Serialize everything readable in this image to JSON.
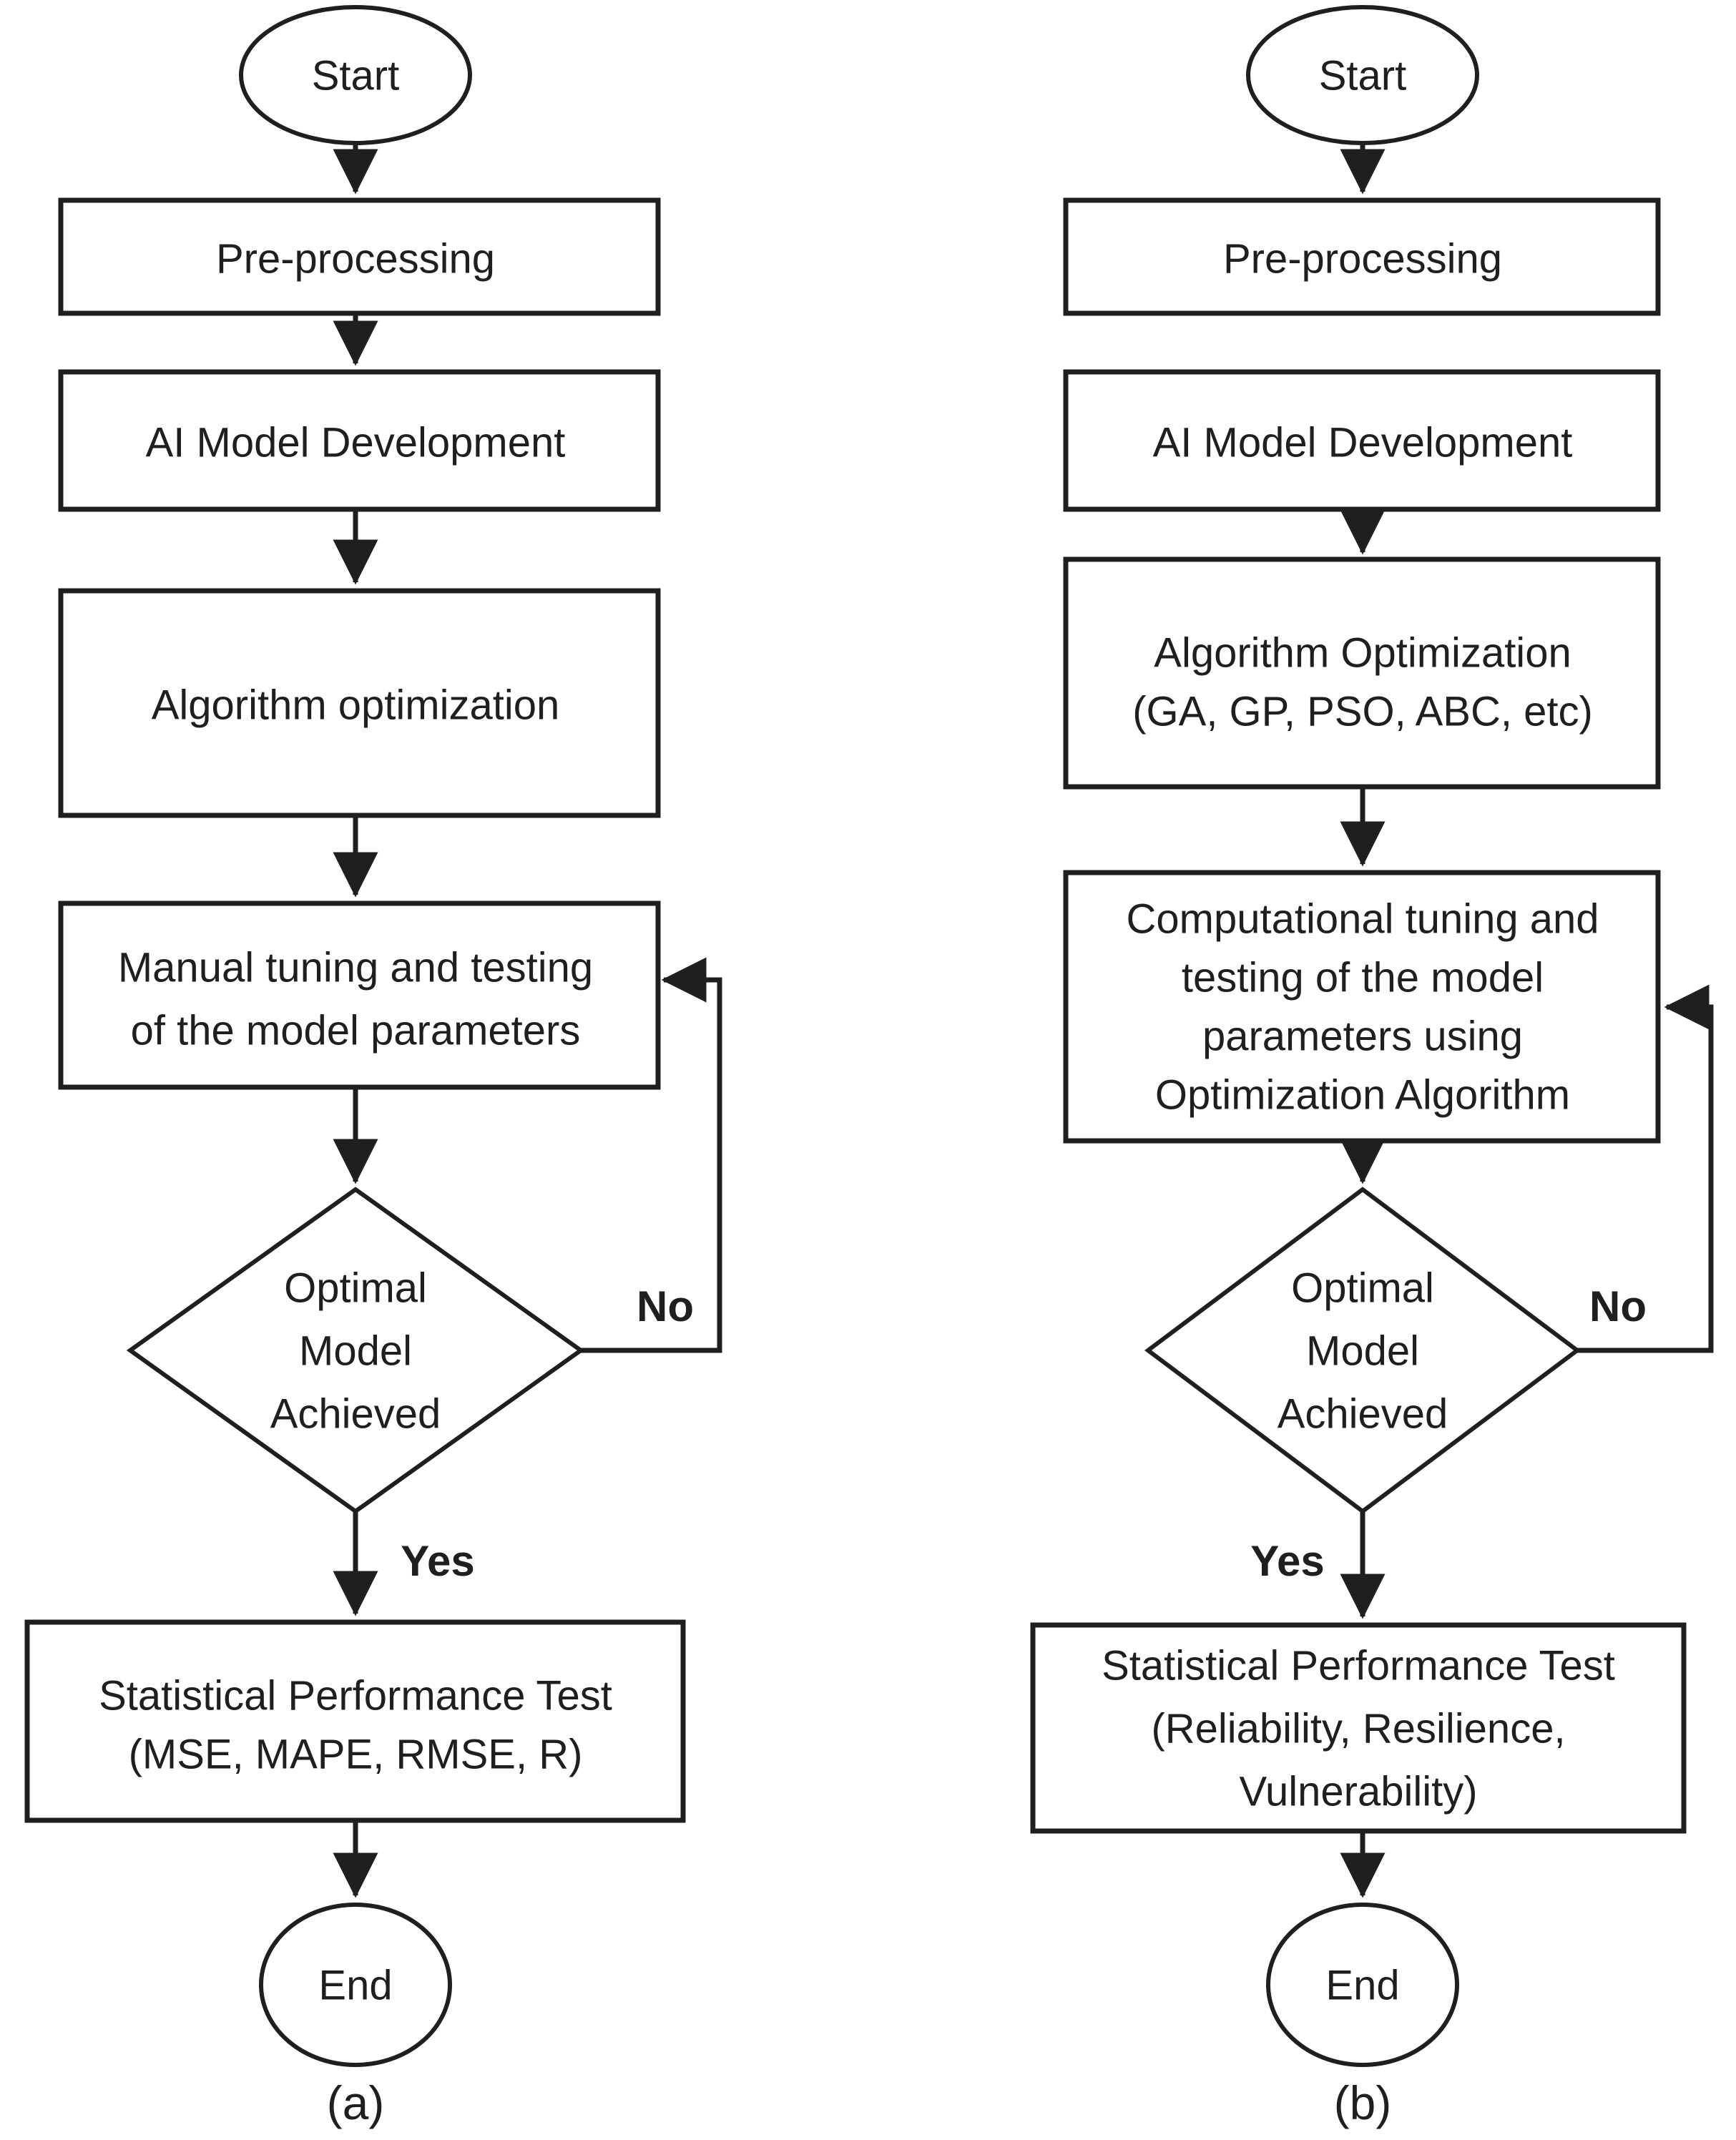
{
  "colors": {
    "ink": "#1f1f1f",
    "background": "#ffffff"
  },
  "flowchart_a": {
    "caption": "(a)",
    "start": "Start",
    "preprocessing": "Pre-processing",
    "ai_model": "AI Model Development",
    "algorithm": "Algorithm optimization",
    "tuning": [
      "Manual tuning and testing",
      "of the model parameters"
    ],
    "decision": [
      "Optimal",
      "Model",
      "Achieved"
    ],
    "no": "No",
    "yes": "Yes",
    "stat": [
      "Statistical Performance Test",
      "(MSE, MAPE, RMSE, R)"
    ],
    "end": "End"
  },
  "flowchart_b": {
    "caption": "(b)",
    "start": "Start",
    "preprocessing": "Pre-processing",
    "ai_model": "AI Model Development",
    "algorithm": [
      "Algorithm Optimization",
      "(GA, GP, PSO, ABC, etc)"
    ],
    "tuning": [
      "Computational tuning and",
      "testing of the model",
      "parameters using",
      "Optimization Algorithm"
    ],
    "decision": [
      "Optimal",
      "Model",
      "Achieved"
    ],
    "no": "No",
    "yes": "Yes",
    "stat": [
      "Statistical Performance Test",
      "(Reliability, Resilience,",
      "Vulnerability)"
    ],
    "end": "End"
  }
}
